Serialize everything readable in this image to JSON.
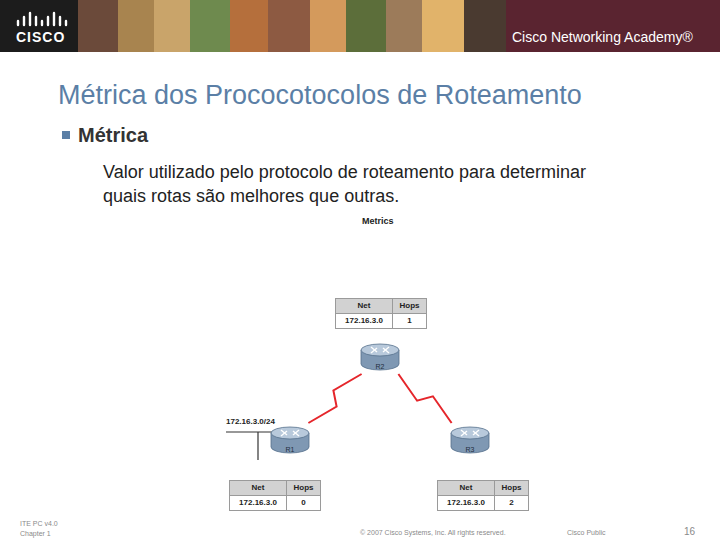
{
  "diagram": {
    "title": "Métrica dos Prococotocolos de Roteamento",
    "nodes": [
      {
        "text": [
          "R2"
        ]
      },
      {
        "text": [
          "R1"
        ]
      },
      {
        "text": [
          "R3"
        ]
      }
    ],
    "edges": [
      {
        "from": 0,
        "to": 1,
        "arrow": "none"
      },
      {
        "from": 0,
        "to": 2,
        "arrow": "none"
      }
    ],
    "labels": [
      "CISCO",
      "Cisco Networking Academy®",
      "Métrica",
      "Valor utilizado pelo protocolo de roteamento para determinar quais rotas são melhores que outras.",
      "Metrics",
      "Net",
      "Hops",
      "172.16.3.0",
      "1",
      "172.16.3.0/24",
      "Net",
      "Hops",
      "172.16.3.0",
      "0",
      "Net",
      "Hops",
      "172.16.3.0",
      "2",
      "ITE PC v4.0",
      "Chapter 1",
      "© 2007 Cisco Systems, Inc. All rights reserved.",
      "Cisco Public",
      "16"
    ]
  }
}
